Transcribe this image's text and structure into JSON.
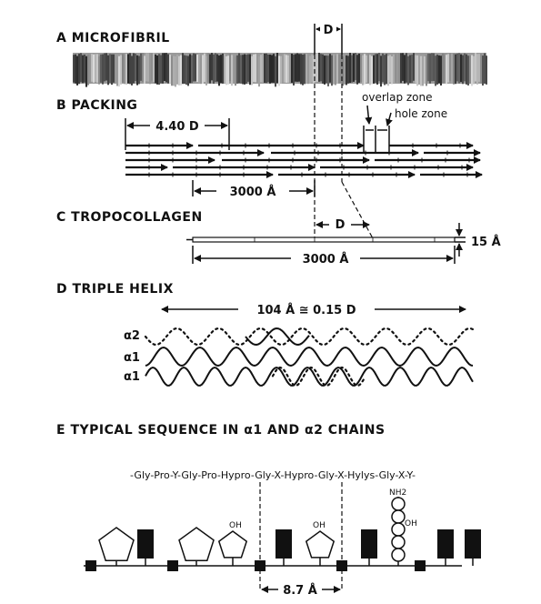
{
  "headers": {
    "a": "A  MICROFIBRIL",
    "b": "B  PACKING",
    "c": "C  TROPOCOLLAGEN",
    "d": "D  TRIPLE HELIX",
    "e": "E  TYPICAL SEQUENCE IN  α1  AND  α2  CHAINS"
  },
  "labels": {
    "d_top": "D",
    "overlap_zone": "overlap zone",
    "hole_zone": "hole zone",
    "len_4_40d": "4.40 D",
    "len_3000_b": "3000 Å",
    "d_c": "D",
    "width_15": "15 Å",
    "len_3000_c": "3000 Å",
    "helix_span": "104 Å ≅ 0.15 D",
    "chain_a2": "α2",
    "chain_a1_top": "α1",
    "chain_a1_bottom": "α1",
    "oh_1": "OH",
    "oh_2": "OH",
    "oh_3": "OH",
    "nh2": "NH2",
    "spacing_87": "8.7 Å"
  },
  "sequence": [
    "-Gly",
    "-",
    "Pro",
    "-",
    "Y",
    "-",
    "Gly",
    "-",
    "Pro",
    "-",
    "Hypro",
    "-",
    "Gly",
    "-",
    "X",
    "-",
    "Hypro",
    "-",
    "Gly",
    "-",
    "X",
    "-",
    "Hylys",
    "-",
    "Gly",
    "-",
    "X",
    "-",
    "Y",
    "-"
  ]
}
